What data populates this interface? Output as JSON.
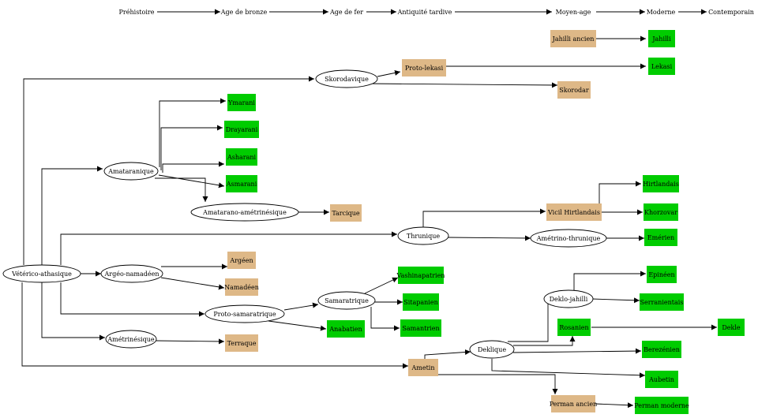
{
  "colors": {
    "extinct": "#deb887",
    "living": "#00cc00",
    "proto": "#ffffff",
    "stroke": "#000000"
  },
  "timeline": [
    "Préhistoire",
    "Age de bronze",
    "Age de fer",
    "Antiquité tardive",
    "Moyen-age",
    "Moderne",
    "Contemporain"
  ],
  "nodes": [
    {
      "id": "veterico",
      "label": "Vétérico-athasique",
      "kind": "proto"
    },
    {
      "id": "skorodav",
      "label": "Skorodavique",
      "kind": "proto"
    },
    {
      "id": "protolek",
      "label": "Proto-lekasi",
      "kind": "extinct"
    },
    {
      "id": "lekasi",
      "label": "Lekasi",
      "kind": "living"
    },
    {
      "id": "skorodar",
      "label": "Skorodar",
      "kind": "extinct"
    },
    {
      "id": "jahanc",
      "label": "Jahilli ancien",
      "kind": "extinct"
    },
    {
      "id": "jahilli",
      "label": "Jahilli",
      "kind": "living"
    },
    {
      "id": "amata",
      "label": "Amataranique",
      "kind": "proto"
    },
    {
      "id": "ymarani",
      "label": "Ymarani",
      "kind": "living"
    },
    {
      "id": "drayarani",
      "label": "Drayarani",
      "kind": "living"
    },
    {
      "id": "asharani",
      "label": "Asharani",
      "kind": "living"
    },
    {
      "id": "asmarani",
      "label": "Asmarani",
      "kind": "living"
    },
    {
      "id": "amamet",
      "label": "Amatarano-amétrinésique",
      "kind": "proto"
    },
    {
      "id": "tarcique",
      "label": "Tarcique",
      "kind": "extinct"
    },
    {
      "id": "thrun",
      "label": "Thrunique",
      "kind": "proto"
    },
    {
      "id": "vicil",
      "label": "Vicil Hirtlandais",
      "kind": "extinct"
    },
    {
      "id": "hirtl",
      "label": "Hirtlandais",
      "kind": "living"
    },
    {
      "id": "khorz",
      "label": "Khorzovar",
      "kind": "living"
    },
    {
      "id": "amethr",
      "label": "Amétrino-thrunique",
      "kind": "proto"
    },
    {
      "id": "emerien",
      "label": "Emérien",
      "kind": "living"
    },
    {
      "id": "argnam",
      "label": "Argéo-namadéen",
      "kind": "proto"
    },
    {
      "id": "argeen",
      "label": "Argéen",
      "kind": "extinct"
    },
    {
      "id": "namadeen",
      "label": "Namadéen",
      "kind": "extinct"
    },
    {
      "id": "samara",
      "label": "Samaratrique",
      "kind": "proto"
    },
    {
      "id": "vashin",
      "label": "Vashinapatrien",
      "kind": "living"
    },
    {
      "id": "sitapan",
      "label": "Sitapanien",
      "kind": "living"
    },
    {
      "id": "samatr",
      "label": "Samantrien",
      "kind": "living"
    },
    {
      "id": "protosam",
      "label": "Proto-samaratrique",
      "kind": "proto"
    },
    {
      "id": "anabat",
      "label": "Anabatien",
      "kind": "living"
    },
    {
      "id": "amet",
      "label": "Amétrinésique",
      "kind": "proto"
    },
    {
      "id": "terraque",
      "label": "Terraque",
      "kind": "extinct"
    },
    {
      "id": "ametin",
      "label": "Ametin",
      "kind": "extinct"
    },
    {
      "id": "deklique",
      "label": "Deklique",
      "kind": "proto"
    },
    {
      "id": "dekjah",
      "label": "Deklo-jahilli",
      "kind": "proto"
    },
    {
      "id": "epineen",
      "label": "Epinéen",
      "kind": "living"
    },
    {
      "id": "serrani",
      "label": "Serranientais",
      "kind": "living"
    },
    {
      "id": "rosanien",
      "label": "Rosanien",
      "kind": "living"
    },
    {
      "id": "dekle",
      "label": "Dekle",
      "kind": "living"
    },
    {
      "id": "berezen",
      "label": "Berezénien",
      "kind": "living"
    },
    {
      "id": "aubetin",
      "label": "Aubetin",
      "kind": "living"
    },
    {
      "id": "permanc",
      "label": "Perman ancien",
      "kind": "extinct"
    },
    {
      "id": "permmod",
      "label": "Perman moderne",
      "kind": "living"
    }
  ],
  "edges": [
    [
      "veterico",
      "skorodav"
    ],
    [
      "skorodav",
      "protolek"
    ],
    [
      "skorodav",
      "skorodar"
    ],
    [
      "protolek",
      "lekasi"
    ],
    [
      "jahanc",
      "jahilli"
    ],
    [
      "veterico",
      "amata"
    ],
    [
      "amata",
      "ymarani"
    ],
    [
      "amata",
      "drayarani"
    ],
    [
      "amata",
      "asharani"
    ],
    [
      "amata",
      "asmarani"
    ],
    [
      "amata",
      "amamet"
    ],
    [
      "amamet",
      "tarcique"
    ],
    [
      "veterico",
      "thrun"
    ],
    [
      "thrun",
      "vicil"
    ],
    [
      "vicil",
      "hirtl"
    ],
    [
      "vicil",
      "khorz"
    ],
    [
      "thrun",
      "amethr"
    ],
    [
      "amethr",
      "emerien"
    ],
    [
      "veterico",
      "argnam"
    ],
    [
      "argnam",
      "argeen"
    ],
    [
      "argnam",
      "namadeen"
    ],
    [
      "veterico",
      "protosam"
    ],
    [
      "protosam",
      "samara"
    ],
    [
      "protosam",
      "anabat"
    ],
    [
      "samara",
      "vashin"
    ],
    [
      "samara",
      "sitapan"
    ],
    [
      "samara",
      "samatr"
    ],
    [
      "veterico",
      "amet"
    ],
    [
      "amet",
      "terraque"
    ],
    [
      "veterico",
      "ametin"
    ],
    [
      "ametin",
      "deklique"
    ],
    [
      "deklique",
      "dekjah"
    ],
    [
      "dekjah",
      "epineen"
    ],
    [
      "dekjah",
      "serrani"
    ],
    [
      "deklique",
      "rosanien"
    ],
    [
      "rosanien",
      "dekle"
    ],
    [
      "deklique",
      "berezen"
    ],
    [
      "deklique",
      "aubetin"
    ],
    [
      "ametin",
      "permanc"
    ],
    [
      "permanc",
      "permmod"
    ]
  ]
}
